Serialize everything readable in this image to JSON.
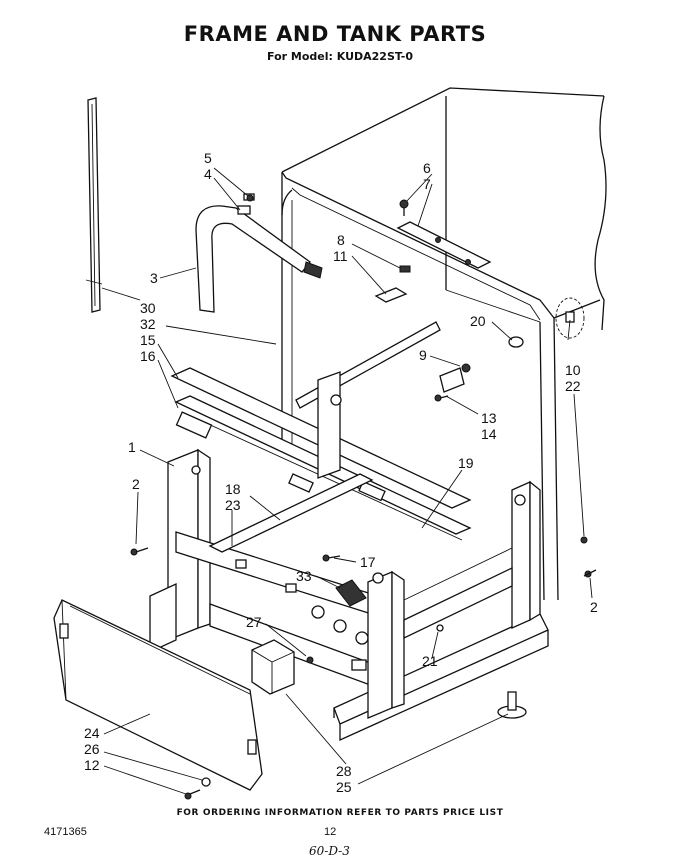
{
  "header": {
    "title": "FRAME AND TANK PARTS",
    "subtitle": "For Model: KUDA22ST-0"
  },
  "callouts": [
    {
      "id": "c5",
      "text": "5"
    },
    {
      "id": "c4",
      "text": "4"
    },
    {
      "id": "c6",
      "text": "6"
    },
    {
      "id": "c7",
      "text": "7"
    },
    {
      "id": "c8",
      "text": "8"
    },
    {
      "id": "c11",
      "text": "11"
    },
    {
      "id": "c3",
      "text": "3"
    },
    {
      "id": "c30",
      "text": "30"
    },
    {
      "id": "c32",
      "text": "32"
    },
    {
      "id": "c15",
      "text": "15"
    },
    {
      "id": "c16",
      "text": "16"
    },
    {
      "id": "c20",
      "text": "20"
    },
    {
      "id": "c9",
      "text": "9"
    },
    {
      "id": "c10",
      "text": "10"
    },
    {
      "id": "c22",
      "text": "22"
    },
    {
      "id": "c13",
      "text": "13"
    },
    {
      "id": "c14",
      "text": "14"
    },
    {
      "id": "c1",
      "text": "1"
    },
    {
      "id": "c2a",
      "text": "2"
    },
    {
      "id": "c19",
      "text": "19"
    },
    {
      "id": "c18",
      "text": "18"
    },
    {
      "id": "c23",
      "text": "23"
    },
    {
      "id": "c17",
      "text": "17"
    },
    {
      "id": "c33",
      "text": "33"
    },
    {
      "id": "c2b",
      "text": "2"
    },
    {
      "id": "c27",
      "text": "27"
    },
    {
      "id": "c21",
      "text": "21"
    },
    {
      "id": "c24",
      "text": "24"
    },
    {
      "id": "c26",
      "text": "26"
    },
    {
      "id": "c12",
      "text": "12"
    },
    {
      "id": "c28",
      "text": "28"
    },
    {
      "id": "c25",
      "text": "25"
    }
  ],
  "footer": {
    "ordering_note": "FOR ORDERING INFORMATION REFER TO PARTS PRICE LIST",
    "document_number": "4171365",
    "page_number": "12",
    "handwritten_note": "60-D-3"
  }
}
